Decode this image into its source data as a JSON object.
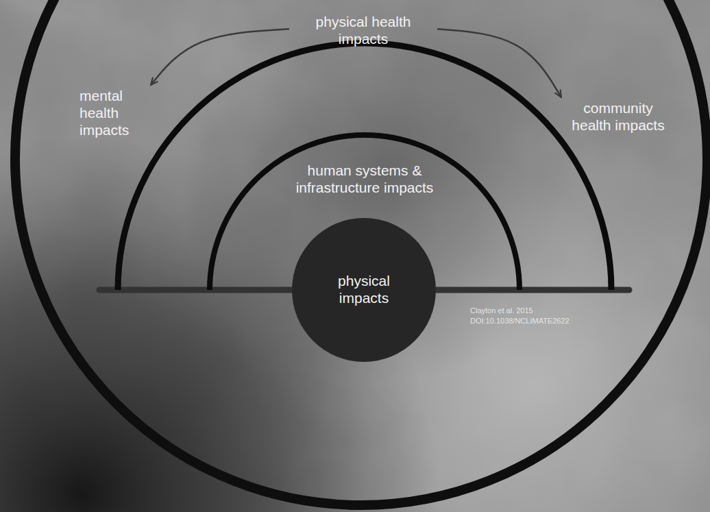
{
  "diagram": {
    "nodes": [
      {
        "text": [
          "physical health impacts"
        ]
      },
      {
        "text": [
          "mental health impacts"
        ]
      },
      {
        "text": [
          "community health impacts"
        ]
      },
      {
        "text": [
          "human systems & infrastructure impacts"
        ]
      },
      {
        "text": [
          "physical impacts"
        ],
        "in": 3
      }
    ],
    "edges": [
      {
        "from": 0,
        "to": 1,
        "arrow": "to"
      },
      {
        "from": 0,
        "to": 2,
        "arrow": "to"
      }
    ],
    "labels": [
      "Clayton et al. 2015 DOI:10.1038/NCLIMATE2622"
    ]
  }
}
